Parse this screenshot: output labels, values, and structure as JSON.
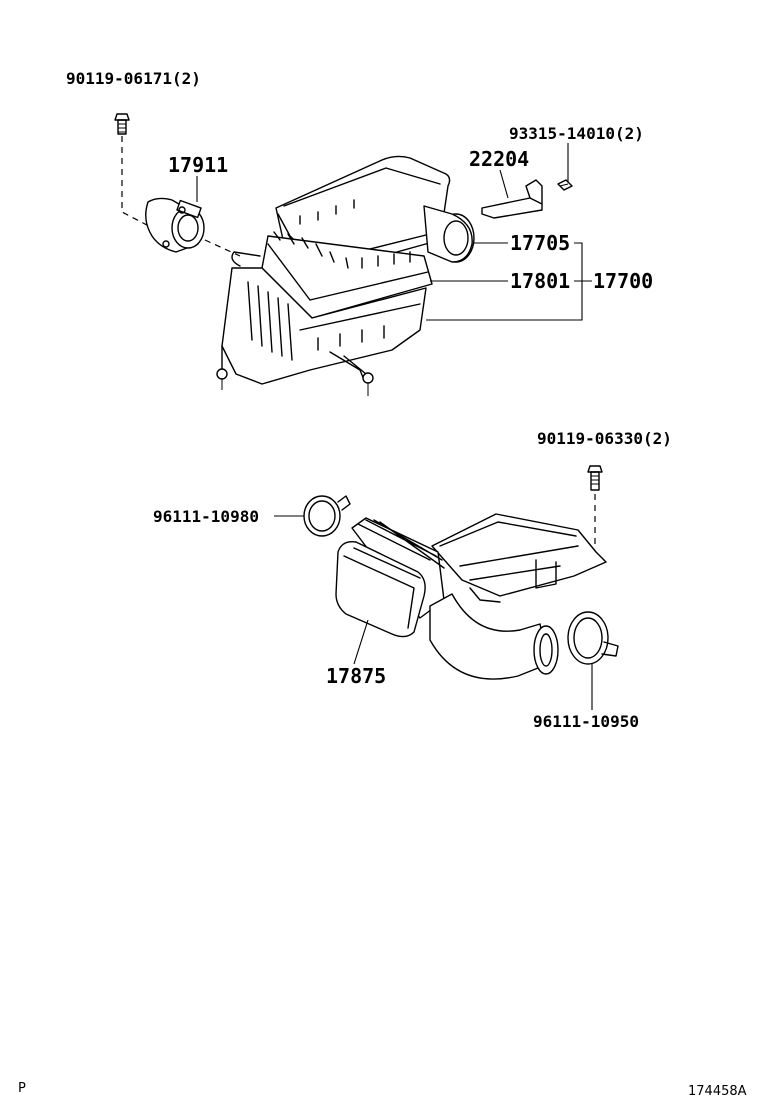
{
  "labels": {
    "bolt_top": "90119-06171(2)",
    "sensor": "17911",
    "clip": "22204",
    "screw": "93315-14010(2)",
    "cap": "17705",
    "element": "17801",
    "assembly": "17700",
    "bolt_mid": "90119-06330(2)",
    "clamp_left": "96111-10980",
    "hose": "17875",
    "clamp_right": "96111-10950"
  },
  "footer": {
    "page_mark": "P",
    "figure_code": "174458A"
  }
}
